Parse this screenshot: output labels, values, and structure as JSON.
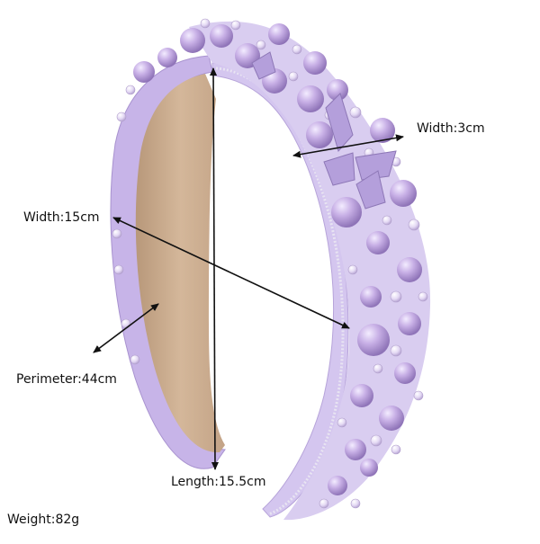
{
  "product": {
    "name_icon": "beaded-pearl-headband",
    "colors": {
      "band": "#c9b6ea",
      "pearl": "#b99fdc",
      "inner_lining": "#c8a98a",
      "arrow": "#111111"
    }
  },
  "dimensions": {
    "width_band": "Width:3cm",
    "width_span": "Width:15cm",
    "perimeter": "Perimeter:44cm",
    "length": "Length:15.5cm",
    "weight": "Weight:82g"
  }
}
